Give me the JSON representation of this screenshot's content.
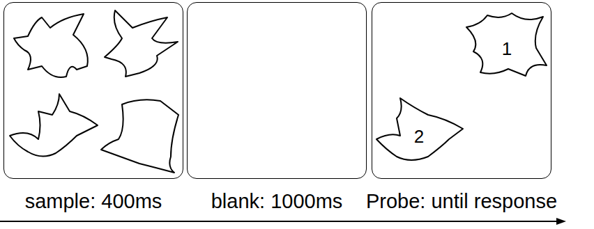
{
  "diagram": {
    "nodes": [
      {
        "text": [
          "sample: 400ms"
        ]
      },
      {
        "text": [
          "blank: 1000ms"
        ]
      },
      {
        "text": [
          "Probe: until response"
        ]
      },
      {
        "text": [
          "1"
        ],
        "in": 2
      },
      {
        "text": [
          "2"
        ],
        "in": 2
      }
    ]
  }
}
